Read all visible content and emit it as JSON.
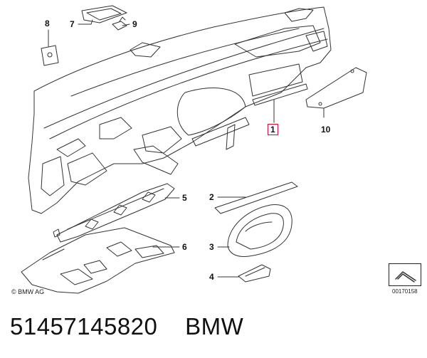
{
  "callouts": {
    "c1": "1",
    "c2": "2",
    "c3": "3",
    "c4": "4",
    "c5": "5",
    "c6": "6",
    "c7": "7",
    "c8": "8",
    "c9": "9",
    "c10": "10"
  },
  "copyright": "© BMW AG",
  "doc_number": "00170158",
  "caption": {
    "part_number": "51457145820",
    "brand": "BMW"
  },
  "colors": {
    "line": "#333333",
    "highlight_box": "#d0103a"
  }
}
